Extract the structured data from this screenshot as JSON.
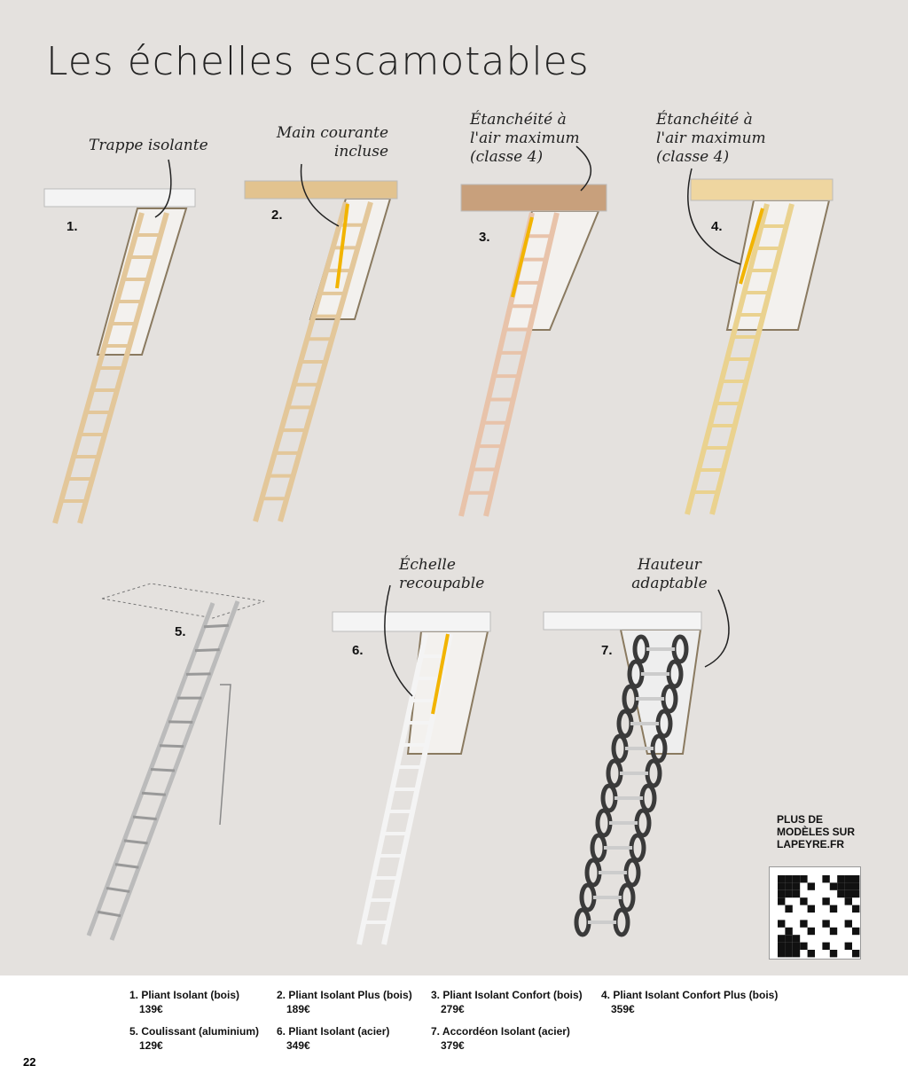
{
  "title": "Les échelles escamotables",
  "notes": [
    "Trappe isolante",
    "Main courante incluse",
    "Étanchéité à l'air maximum (classe 4)",
    "Étanchéité à l'air maximum (classe 4)",
    "Échelle recoupable",
    "Hauteur adaptable"
  ],
  "numbers": [
    "1.",
    "2.",
    "3.",
    "4.",
    "5.",
    "6.",
    "7."
  ],
  "products": [
    {
      "name": "1. Pliant Isolant (bois)",
      "price": "139€"
    },
    {
      "name": "2. Pliant Isolant Plus (bois)",
      "price": "189€"
    },
    {
      "name": "3. Pliant Isolant Confort (bois)",
      "price": "279€"
    },
    {
      "name": "4. Pliant Isolant Confort Plus (bois)",
      "price": "359€"
    },
    {
      "name": "5. Coulissant (aluminium)",
      "price": "129€"
    },
    {
      "name": "6. Pliant Isolant (acier)",
      "price": "349€"
    },
    {
      "name": "7. Accordéon Isolant (acier)",
      "price": "379€"
    }
  ],
  "more_models": "PLUS DE MODÈLES SUR LAPEYRE.FR",
  "page_number": "22",
  "colors": {
    "background": "#e4e1de",
    "wood": "#e3c79a",
    "handrail": "#f2b400",
    "steel": "#f4f4f4",
    "accordion": "#3a3a3a"
  }
}
